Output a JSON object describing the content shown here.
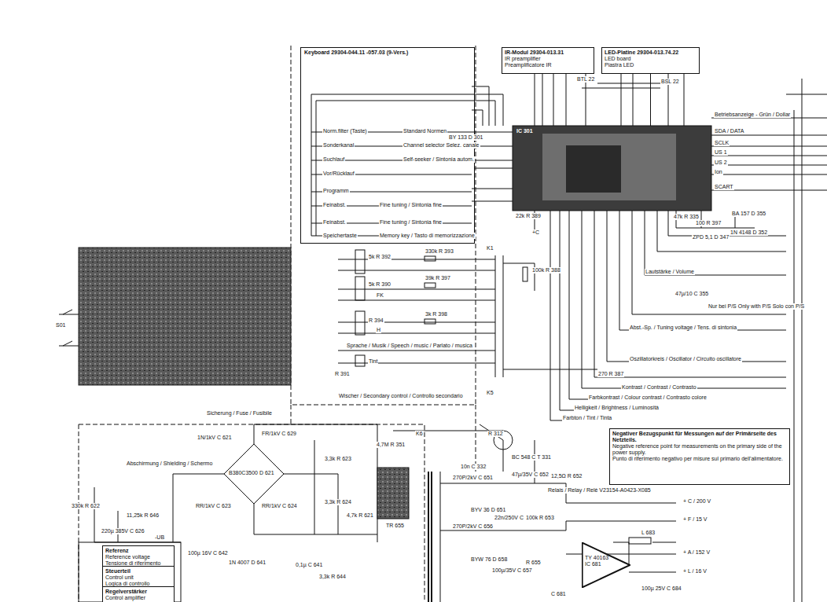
{
  "diagram": {
    "nodes": [
      {
        "text": [
          "Keyboard 29304-044.11 -057.03 (9-Vers.)"
        ]
      },
      {
        "text": [
          "IR-Modul 29304-013.31",
          "IR preamplifier",
          "Preamplificatore IR"
        ]
      },
      {
        "text": [
          "LED-Platine 29304-013.74.22",
          "LED board",
          "Piastra LED"
        ]
      },
      {
        "text": [
          "IC 301"
        ]
      },
      {
        "text": [
          "Negativer Bezugspunkt für Messungen auf der Primärseite des Netzteils.",
          "Negative reference point for measurements on the primary side of the power supply.",
          "Punto di riferimento negativo per misure sul primario dell'alimentatore."
        ]
      },
      {
        "text": [
          "TY 40163",
          "IC 681"
        ]
      },
      {
        "text": [
          "Referenz",
          "Reference voltage",
          "Tensione di riferimento"
        ]
      },
      {
        "text": [
          "Steuerteil",
          "Control unit",
          "Logica di controllo"
        ]
      },
      {
        "text": [
          "Regelverstärker",
          "Control amplifier"
        ]
      }
    ],
    "edges": [
      {
        "from": 1,
        "to": 3,
        "arrow": "none"
      },
      {
        "from": 2,
        "to": 3,
        "arrow": "none"
      },
      {
        "from": 0,
        "to": 3,
        "arrow": "none"
      },
      {
        "from": 6,
        "to": 7,
        "arrow": "none"
      }
    ],
    "labels": [
      "Norm.filter (Taste)",
      "Standard Normen",
      "Sonderkanal",
      "Channel selector Selez. canale",
      "BY 133 D 301",
      "Suchlauf",
      "Self-seeker / Sintonia autom.",
      "Vor/Rücklauf",
      "Programm",
      "Feinabst.",
      "Fine tuning / Sintonia fine",
      "Feinabst.",
      "Fine tuning / Sintonia fine",
      "Speichertaste",
      "Memory key / Tasto di memorizzazione",
      "5k R 392",
      "330k R 393",
      "5k R 390",
      "FK",
      "39k R 397",
      "R 394",
      "H",
      "3k R 398",
      "Sprache / Musik / Speech / music / Parlato / musica",
      "Tint",
      "R 391",
      "K1",
      "K5",
      "100k R 388",
      "22k R 389",
      "+C",
      "47k R 335",
      "100 R 397",
      "ZPD 5,1 D 347",
      "BA 157 D 355",
      "1N 4148 D 352",
      "Betriebsanzeige - Grün / Dollar",
      "SDA / DATA",
      "SCLK",
      "US 1",
      "US 2",
      "Ion",
      "SCART",
      "BTL 22",
      "BSL 22",
      "Lautstärke / Volume",
      "47µ/10 C 355",
      "Nur bei P/S Only with P/S Solo con P/S",
      "Abst.-Sp. / Tuning voltage / Tens. di sintonia",
      "Oszillatorkreis / Oscillator / Circuito oscillatore",
      "270 R 387",
      "Kontrast / Contrast / Contrasto",
      "Farbkontrast / Colour contrast / Contrasto colore",
      "Helligkeit / Brightness / Luminosità",
      "Farbton / Tint / Tinta",
      "Wischer / Secondary control / Controllo secondario",
      "K6",
      "BC 548 C T 331",
      "10n C 332",
      "R 312",
      "S01",
      "Abschirmung / Shielding / Schermo",
      "1N/1kV C 621",
      "FR/1kV C 629",
      "B380C3500 D 621",
      "RR/1kV C 623",
      "RR/1kV C 624",
      "Sicherung / Fuse / Fusibile",
      "3,3k R 623",
      "4,7M R 351",
      "3,3k R 624",
      "4,7k R 621",
      "TR 655",
      "330k R 622",
      "220µ 385V C 626",
      "11,25k R 646",
      "-UB",
      "100µ 16V C 642",
      "1N 4007 D 641",
      "0,1µ C 641",
      "3,3k R 644",
      "270P/2kV C 651",
      "BYV 36 D 651",
      "22n/250V C 658",
      "100k R 653",
      "270P/2kV C 656",
      "BYW 76 D 658",
      "100µ/35V C 657",
      "R 655",
      "Relais / Relay / Relè V23154-A0423-X085",
      "47µ/35V C 652",
      "12,5Ω R 652",
      "+ C / 200 V",
      "+ F / 15 V",
      "+ A / 152 V",
      "+ L / 16 V",
      "L 683",
      "100µ 25V C 684",
      "C 681"
    ]
  }
}
